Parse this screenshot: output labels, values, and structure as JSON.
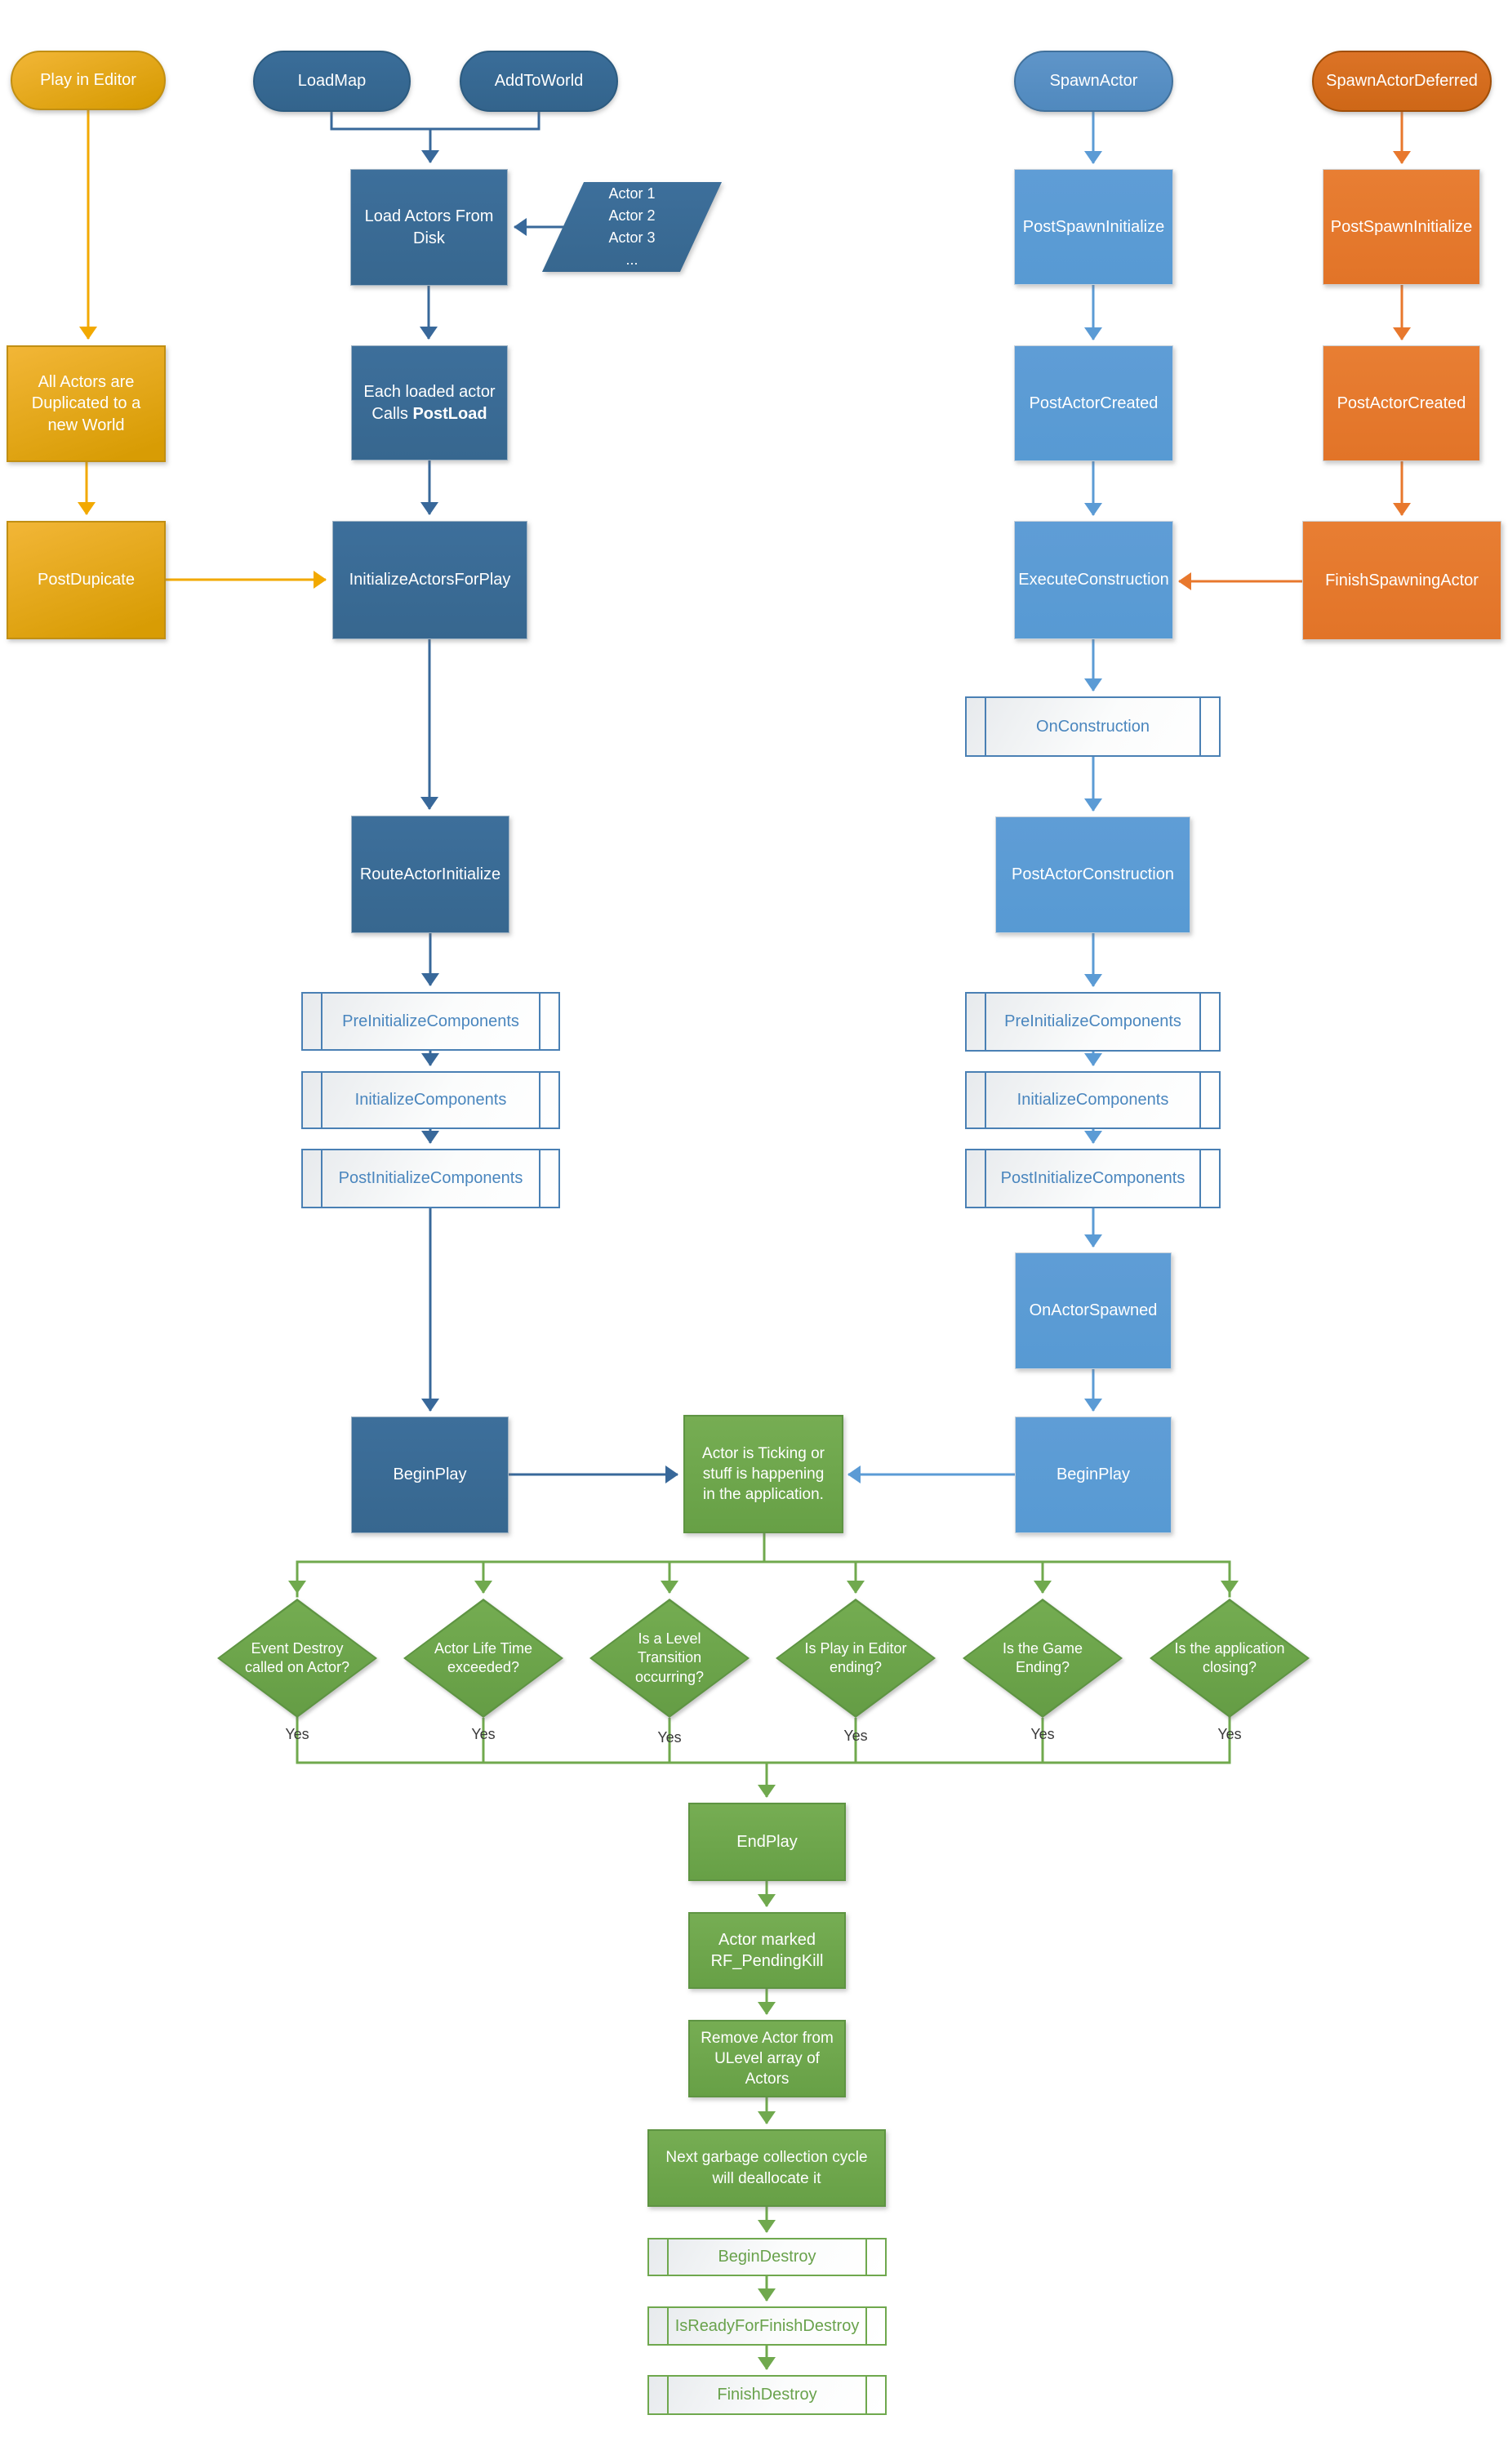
{
  "palette": {
    "gold": "#E0A81C",
    "dark_blue": "#3A6B96",
    "mid_blue": "#5B9BD5",
    "orange": "#E8782D",
    "green": "#70A94E",
    "bar_blue_text": "#4A86BE",
    "bar_green_text": "#69A24C",
    "yes_text": "#3A3A3A"
  },
  "nodes": {
    "play_in_editor": "Play in Editor",
    "load_map": "LoadMap",
    "add_to_world": "AddToWorld",
    "load_actors_from_disk": "Load Actors From Disk",
    "actor_list": {
      "items": [
        "Actor 1",
        "Actor 2",
        "Actor 3",
        "..."
      ]
    },
    "all_actors_duplicated": "All Actors are Duplicated to a new World",
    "post_dupicate": "PostDupicate",
    "each_loaded": {
      "line1": "Each loaded actor",
      "line2_prefix": "Calls ",
      "line2_bold": "PostLoad"
    },
    "initialize_actors_for_play": "InitializeActorsForPlay",
    "route_actor_initialize": "RouteActorInitialize",
    "pre_initialize_components": "PreInitializeComponents",
    "initialize_components": "InitializeComponents",
    "post_initialize_components": "PostInitializeComponents",
    "begin_play": "BeginPlay",
    "actor_ticking": "Actor is Ticking or stuff is happening in the application.",
    "spawn_actor": "SpawnActor",
    "post_spawn_initialize": "PostSpawnInitialize",
    "post_actor_created": "PostActorCreated",
    "execute_construction": "ExecuteConstruction",
    "on_construction": "OnConstruction",
    "post_actor_construction": "PostActorConstruction",
    "on_actor_spawned": "OnActorSpawned",
    "spawn_actor_deferred": "SpawnActorDeferred",
    "finish_spawning_actor": "FinishSpawningActor",
    "end_play": "EndPlay",
    "actor_marked": "Actor marked RF_PendingKill",
    "remove_actor": "Remove Actor from ULevel array of Actors",
    "next_garbage": "Next garbage collection cycle will deallocate it",
    "begin_destroy": "BeginDestroy",
    "is_ready_for_finish_destroy": "IsReadyForFinishDestroy",
    "finish_destroy": "FinishDestroy"
  },
  "diamonds": [
    {
      "label": "Event Destroy called on Actor?",
      "yes": "Yes"
    },
    {
      "label": "Actor Life Time exceeded?",
      "yes": "Yes"
    },
    {
      "label": "Is a Level Transition occurring?",
      "yes": "Yes"
    },
    {
      "label": "Is Play in Editor ending?",
      "yes": "Yes"
    },
    {
      "label": "Is the Game Ending?",
      "yes": "Yes"
    },
    {
      "label": "Is the application closing?",
      "yes": "Yes"
    }
  ]
}
